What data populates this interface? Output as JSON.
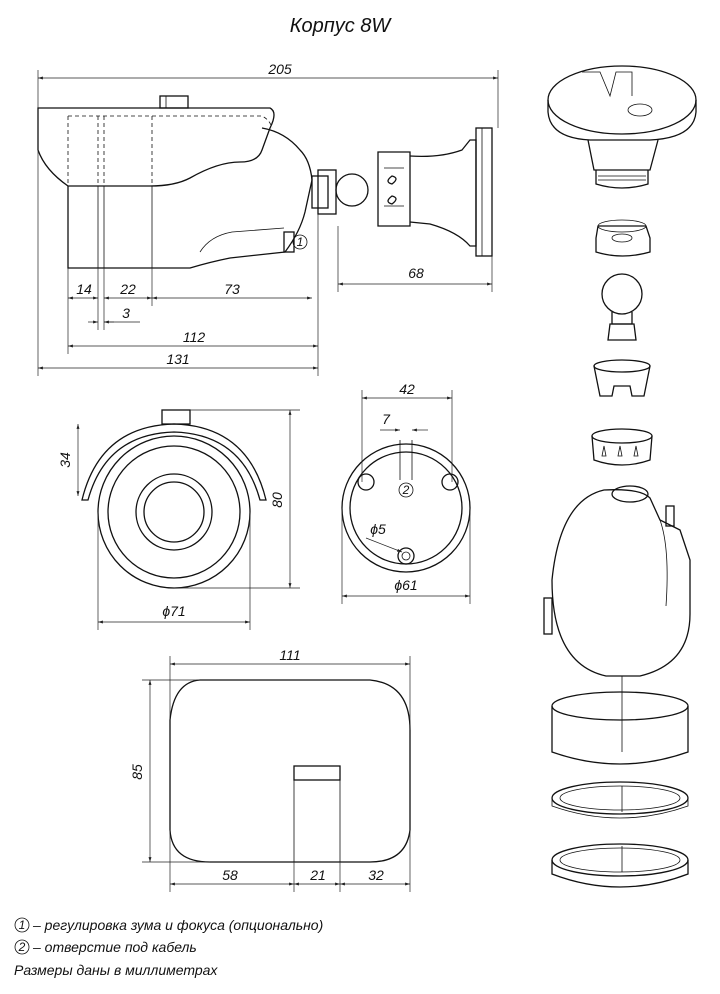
{
  "title": "Корпус 8W",
  "dims": {
    "total_length": "205",
    "bracket_length": "68",
    "seg_14": "14",
    "seg_22": "22",
    "seg_73": "73",
    "seg_3": "3",
    "len_112": "112",
    "len_131": "131",
    "visor_34": "34",
    "height_80": "80",
    "diam_71": "ϕ71",
    "base_42": "42",
    "base_7": "7",
    "hole_5": "ϕ5",
    "base_61": "ϕ61",
    "top_111": "111",
    "top_85": "85",
    "top_58": "58",
    "top_21": "21",
    "top_32": "32"
  },
  "markers": {
    "m1": "1",
    "m2": "2"
  },
  "legend": {
    "item1": "– регулировка зума и фокуса (опционально)",
    "item2": "– отверстие под кабель",
    "note": "Размеры даны в миллиметрах"
  }
}
